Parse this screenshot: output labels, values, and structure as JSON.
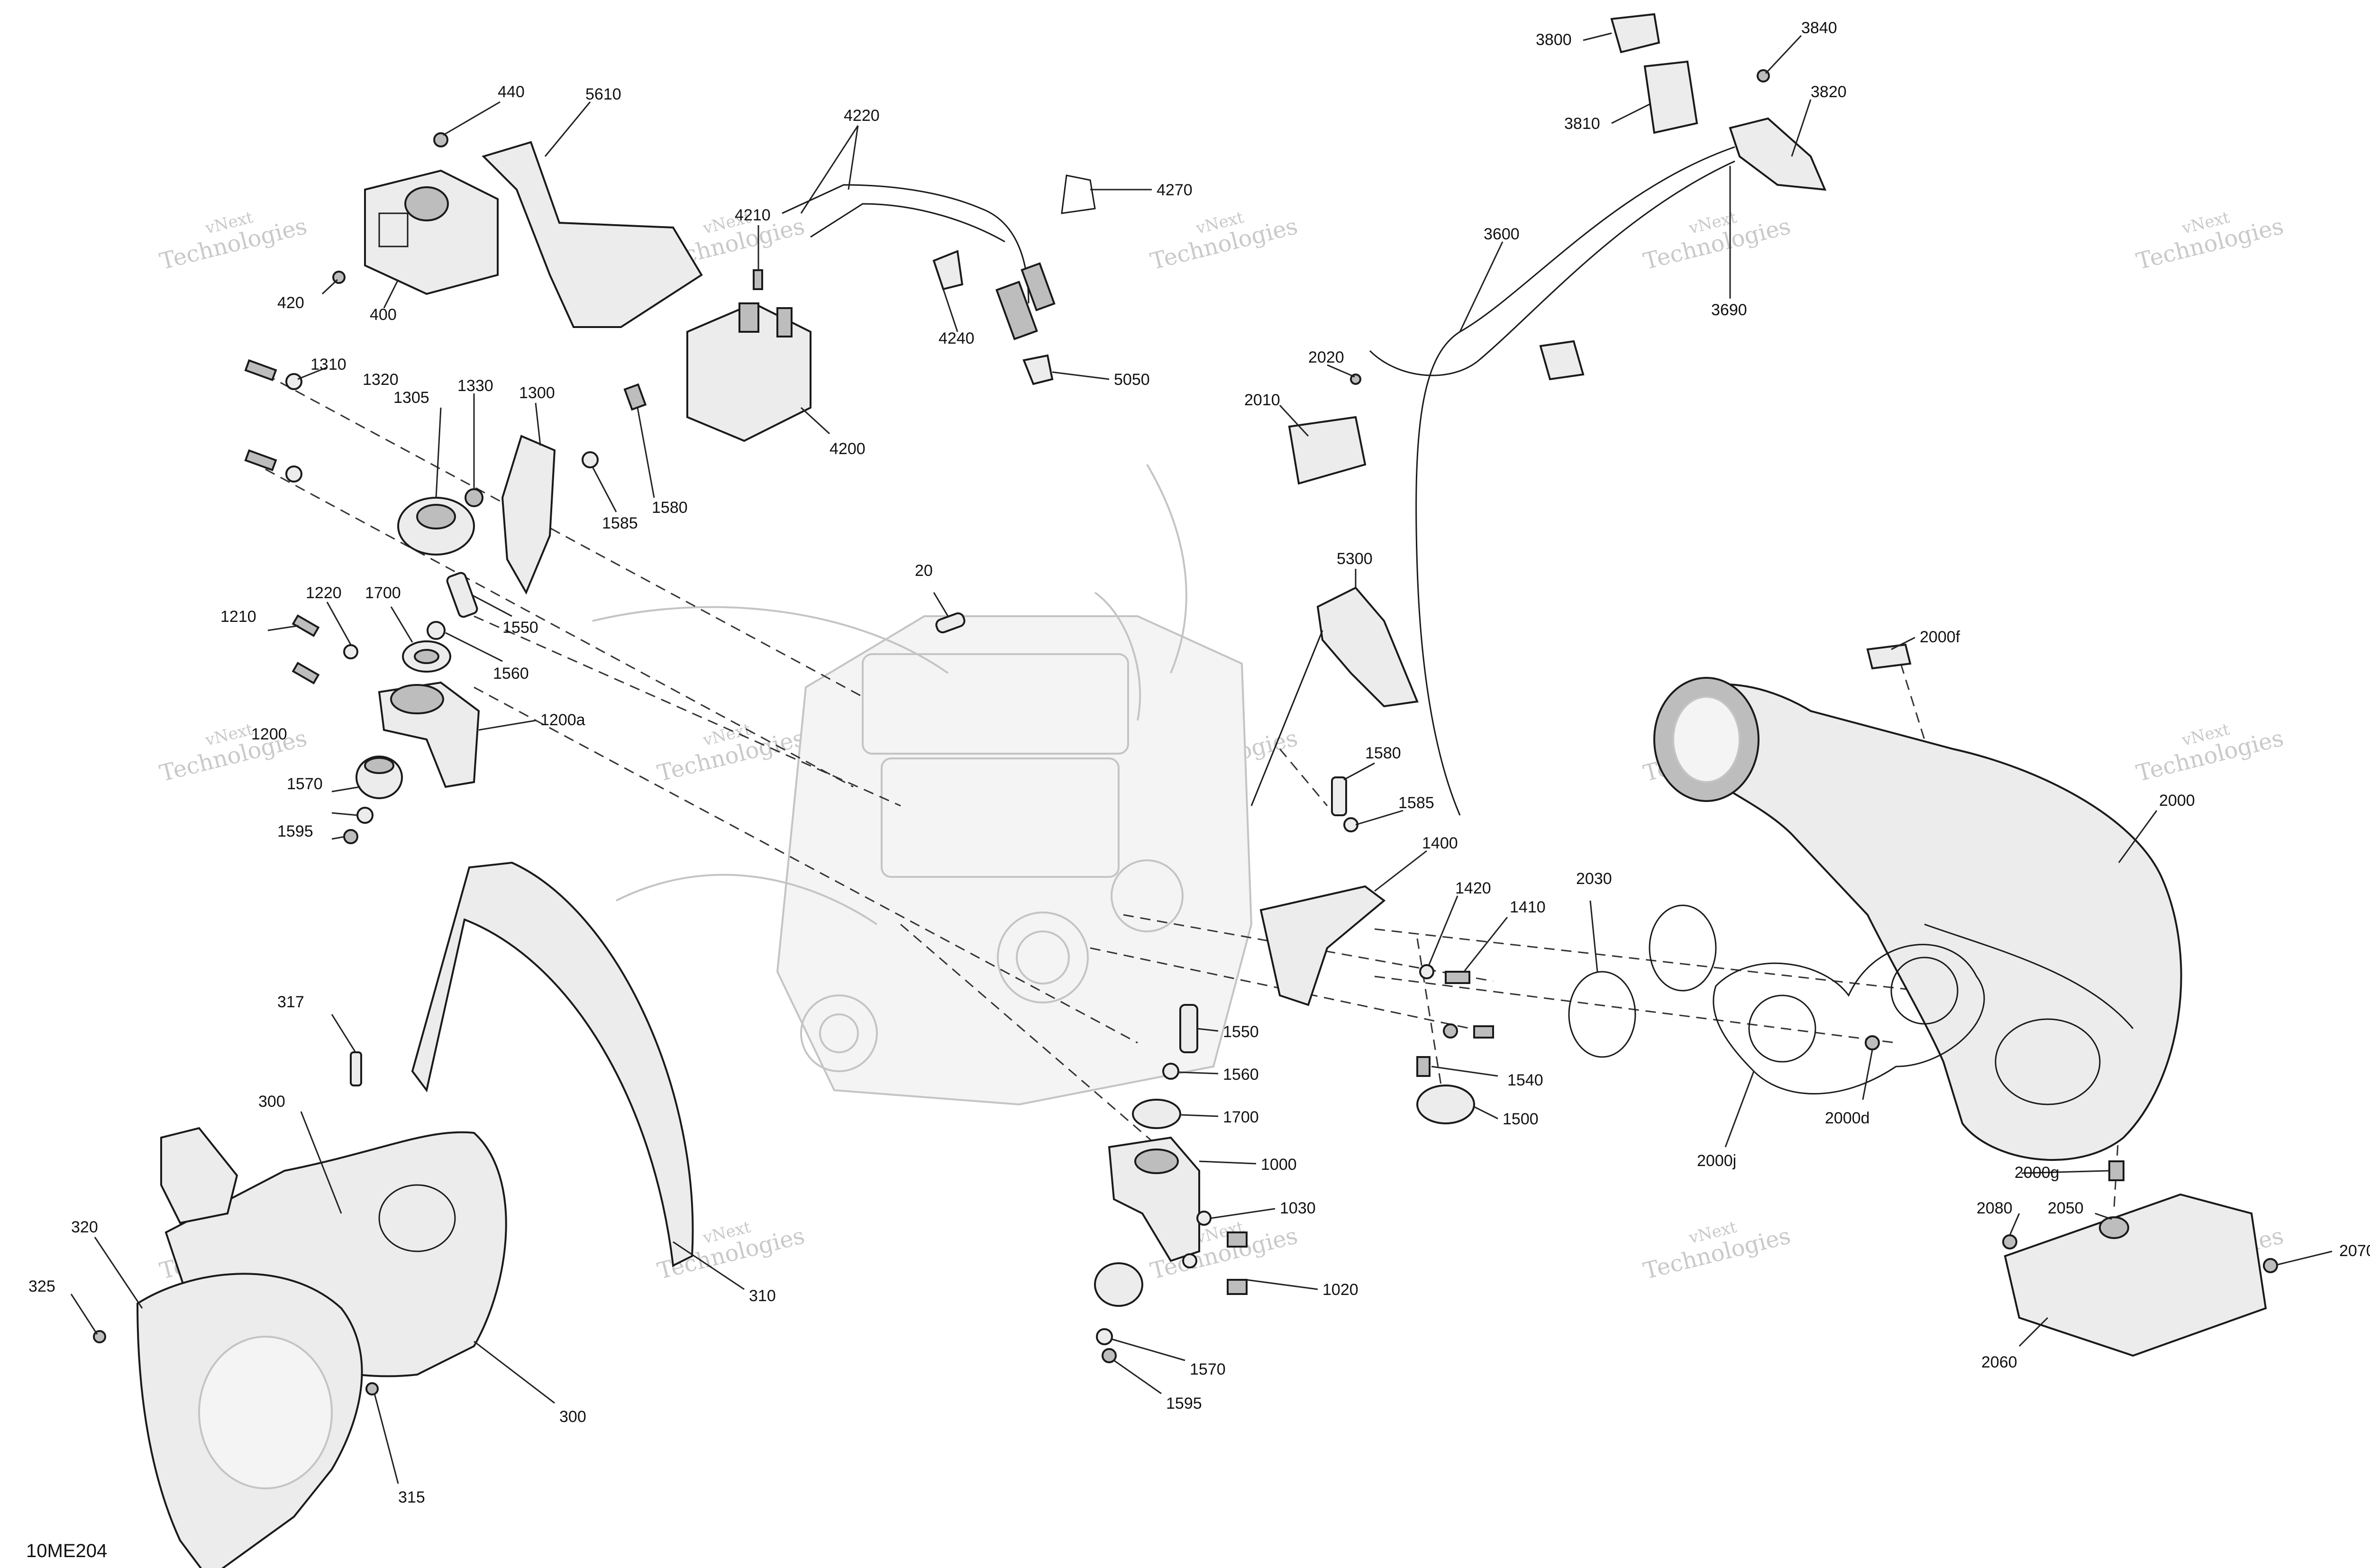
{
  "diagram": {
    "code": "10ME204",
    "watermark": {
      "line1": "vNext",
      "line2": "Technologies"
    },
    "callouts": [
      "440",
      "5610",
      "420",
      "400",
      "4220",
      "4210",
      "4270",
      "4240",
      "4200",
      "5050",
      "3800",
      "3840",
      "3810",
      "3820",
      "3600",
      "3690",
      "2020",
      "2010",
      "1310",
      "1320",
      "1300",
      "1305",
      "1330",
      "1580",
      "1585",
      "1550",
      "1560",
      "1220",
      "1700",
      "1210",
      "1200a",
      "1200",
      "1570",
      "1595",
      "20",
      "5300",
      "1580",
      "1585",
      "1400",
      "1420",
      "1410",
      "2030",
      "2000f",
      "2000",
      "317",
      "300",
      "320",
      "325",
      "315",
      "300",
      "310",
      "1550",
      "1560",
      "1700",
      "1540",
      "1500",
      "1000",
      "1030",
      "1020",
      "1570",
      "1595",
      "2000j",
      "2000d",
      "2000g",
      "2080",
      "2050",
      "2070",
      "2060"
    ]
  }
}
